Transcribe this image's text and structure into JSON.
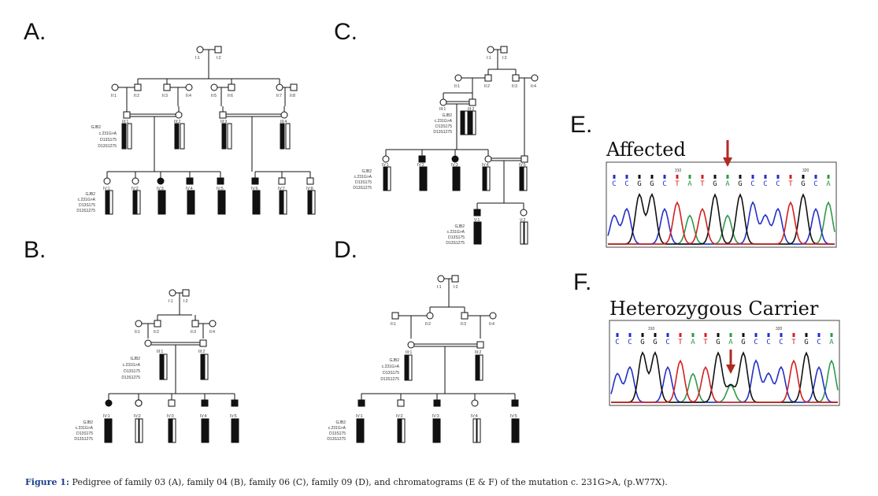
{
  "panels": {
    "A": {
      "letter": "A.",
      "gen1": [
        "I:1",
        "I:2"
      ],
      "gen2": [
        "II:1",
        "II:2",
        "II:3",
        "II:4",
        "II:5",
        "II:6",
        "II:7",
        "II:8"
      ],
      "gen3": [
        "III:1",
        "III:2",
        "III:3",
        "III:4"
      ],
      "gen4": [
        "IV:1",
        "IV:2",
        "IV:3",
        "IV:4",
        "IV:5",
        "IV:6",
        "IV:7",
        "IV:8"
      ]
    },
    "B": {
      "letter": "B.",
      "gen1": [
        "I:1",
        "I:2"
      ],
      "gen2": [
        "II:1",
        "II:2",
        "II:3",
        "II:4"
      ],
      "gen3": [
        "III:1",
        "III:2"
      ],
      "gen4": [
        "IV:1",
        "IV:2",
        "IV:3",
        "IV:4",
        "IV:5"
      ]
    },
    "C": {
      "letter": "C.",
      "gen1": [
        "I:1",
        "I:2"
      ],
      "gen2": [
        "II:1",
        "II:2",
        "II:3",
        "II:4"
      ],
      "gen3": [
        "III:1",
        "III:2"
      ],
      "gen4": [
        "IV:1",
        "IV:2",
        "IV:3",
        "IV:4",
        "IV:5"
      ],
      "gen5": [
        "V:1",
        "V:2"
      ]
    },
    "D": {
      "letter": "D.",
      "gen1": [
        "I:1",
        "I:2"
      ],
      "gen2": [
        "II:1",
        "II:2",
        "II:3",
        "II:4"
      ],
      "gen3": [
        "III:1",
        "III:2"
      ],
      "gen4": [
        "IV:1",
        "IV:2",
        "IV:3",
        "IV:4",
        "IV:5"
      ]
    },
    "E": {
      "letter": "E.",
      "title": "Affected",
      "pos1": "310",
      "pos2": "320"
    },
    "F": {
      "letter": "F.",
      "title": "Heterozygous Carrier",
      "pos1": "310",
      "pos2": "320"
    }
  },
  "marker_labels": [
    "GJB2",
    "c.231G>A",
    "D13S175",
    "D13S1275"
  ],
  "sequence": [
    "C",
    "C",
    "G",
    "G",
    "C",
    "T",
    "A",
    "T",
    "G",
    "A",
    "G",
    "C",
    "C",
    "C",
    "T",
    "G",
    "C",
    "A"
  ],
  "colors": {
    "A": "#2e9a4a",
    "C": "#2430c8",
    "G": "#111111",
    "T": "#d42020",
    "arrow": "#b02a20"
  },
  "caption": {
    "label": "Figure 1:",
    "text": " Pedigree of family 03 (A), family 04 (B), family 06 (C), family 09 (D), and chromatograms (E & F) of the mutation c. 231G>A, (p.W77X)."
  }
}
